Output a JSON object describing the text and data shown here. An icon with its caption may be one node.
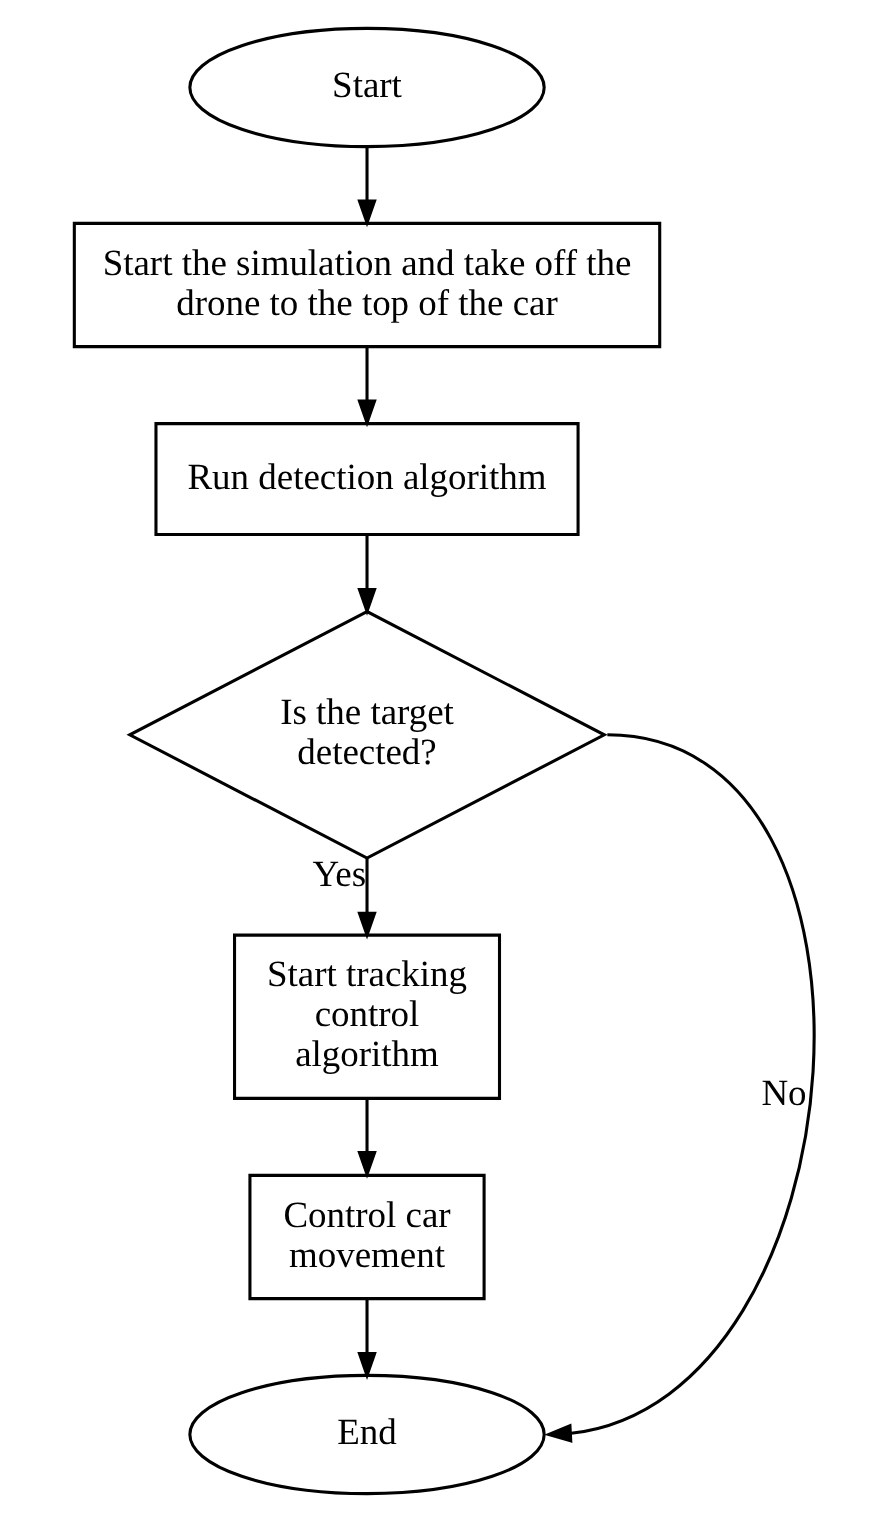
{
  "diagram": {
    "nodes": [
      {
        "text": [
          "Start"
        ]
      },
      {
        "text": [
          "Start the simulation and take off the drone to the top of the car"
        ]
      },
      {
        "text": [
          "Run detection algorithm"
        ]
      },
      {
        "text": [
          "Is the target detected?"
        ]
      },
      {
        "text": [
          "Start tracking control algorithm"
        ]
      },
      {
        "text": [
          "Control car movement"
        ]
      },
      {
        "text": [
          "End"
        ]
      }
    ],
    "edges": [
      {
        "from": 0,
        "to": 1,
        "arrow": "to"
      },
      {
        "from": 1,
        "to": 2,
        "arrow": "to"
      },
      {
        "from": 2,
        "to": 3,
        "arrow": "to"
      },
      {
        "from": 3,
        "to": 4,
        "arrow": "to",
        "label": "Yes"
      },
      {
        "from": 4,
        "to": 5,
        "arrow": "to"
      },
      {
        "from": 5,
        "to": 6,
        "arrow": "to"
      },
      {
        "from": 3,
        "to": 6,
        "arrow": "to",
        "label": "No"
      }
    ]
  }
}
